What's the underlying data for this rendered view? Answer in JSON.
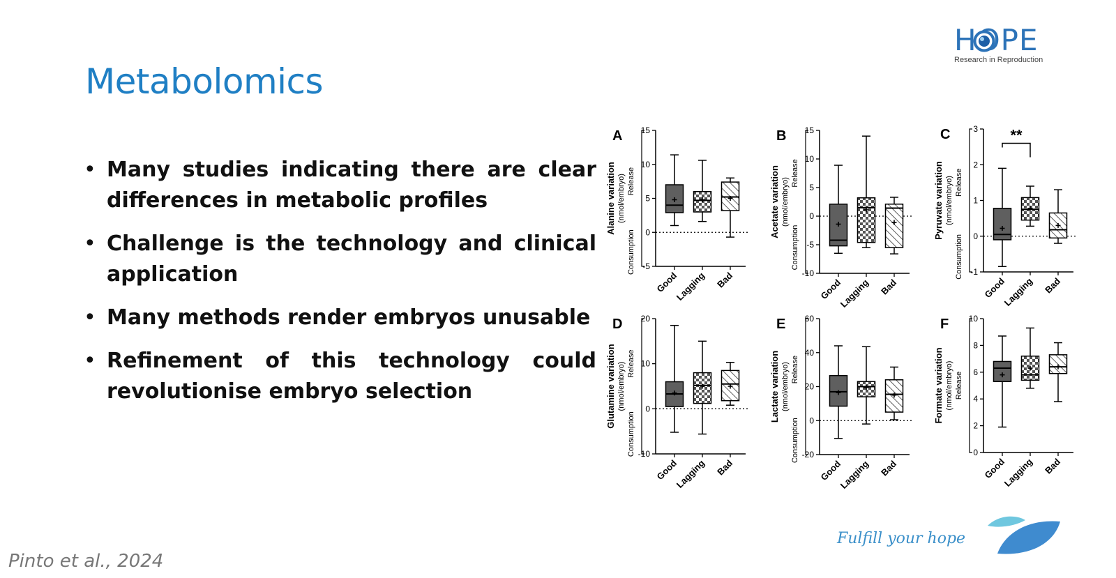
{
  "slide": {
    "title": "Metabolomics",
    "bullets": [
      "Many studies indicating there are clear differences in metabolic profiles",
      "Challenge is the technology and clinical application",
      "Many methods render embryos unusable",
      "Refinement of this technology could revolutionise embryo selection"
    ],
    "citation": "Pinto et al., 2024",
    "tagline": "Fulfill your hope"
  },
  "logo": {
    "text": "HOPE",
    "subtitle": "Research in Reproduction",
    "color": "#2c73b8"
  },
  "colors": {
    "title": "#1f7fc4",
    "good_fill": "#5f5f5f",
    "leaf_light": "#6fc7df",
    "leaf_dark": "#3f8bcf"
  },
  "chart_data": [
    {
      "type": "box",
      "panel": "A",
      "ylabel": "Alanine variation",
      "unit": "(nmol/embryo)",
      "release_label": "Release",
      "consumption_label": "Consumption",
      "categories": [
        "Good",
        "Lagging",
        "Bad"
      ],
      "ylim": [
        -5,
        15
      ],
      "yticks": [
        -5,
        0,
        5,
        10,
        15
      ],
      "boxes": [
        {
          "min": 1.0,
          "q1": 2.9,
          "median": 4.0,
          "q3": 7.0,
          "max": 11.4,
          "mean": 4.8
        },
        {
          "min": 1.6,
          "q1": 3.0,
          "median": 4.7,
          "q3": 6.0,
          "max": 10.6,
          "mean": 4.8
        },
        {
          "min": -0.7,
          "q1": 3.2,
          "median": 5.2,
          "q3": 7.4,
          "max": 8.0,
          "mean": 5.0
        }
      ]
    },
    {
      "type": "box",
      "panel": "B",
      "ylabel": "Acetate variation",
      "unit": "(nmol/embryo)",
      "release_label": "Release",
      "consumption_label": "Consumption",
      "categories": [
        "Good",
        "Lagging",
        "Bad"
      ],
      "ylim": [
        -10,
        15
      ],
      "yticks": [
        -10,
        -5,
        0,
        5,
        10,
        15
      ],
      "boxes": [
        {
          "min": -6.5,
          "q1": -5.2,
          "median": -4.2,
          "q3": 2.1,
          "max": 8.9,
          "mean": -1.4
        },
        {
          "min": -5.5,
          "q1": -4.6,
          "median": 1.5,
          "q3": 3.2,
          "max": 14.0,
          "mean": 1.1
        },
        {
          "min": -6.6,
          "q1": -5.5,
          "median": 1.4,
          "q3": 2.1,
          "max": 3.3,
          "mean": -1.1
        }
      ]
    },
    {
      "type": "box",
      "panel": "C",
      "ylabel": "Pyruvate variation",
      "unit": "(nmol/embryo)",
      "release_label": "Release",
      "consumption_label": "Consumption",
      "categories": [
        "Good",
        "Lagging",
        "Bad"
      ],
      "ylim": [
        -1,
        3
      ],
      "yticks": [
        -1,
        0,
        1,
        2,
        3
      ],
      "boxes": [
        {
          "min": -0.85,
          "q1": -0.1,
          "median": 0.05,
          "q3": 0.78,
          "max": 1.9,
          "mean": 0.22
        },
        {
          "min": 0.28,
          "q1": 0.45,
          "median": 0.75,
          "q3": 1.08,
          "max": 1.4,
          "mean": 0.78
        },
        {
          "min": -0.2,
          "q1": -0.05,
          "median": 0.18,
          "q3": 0.65,
          "max": 1.3,
          "mean": 0.3
        }
      ],
      "significance": {
        "label": "**",
        "from": 0,
        "to": 1,
        "y": 2.6
      }
    },
    {
      "type": "box",
      "panel": "D",
      "ylabel": "Glutamine variation",
      "unit": "(nmol/embryo)",
      "release_label": "Release",
      "consumption_label": "Consumption",
      "categories": [
        "Good",
        "Lagging",
        "Bad"
      ],
      "ylim": [
        -10,
        20
      ],
      "yticks": [
        -10,
        0,
        10,
        20
      ],
      "boxes": [
        {
          "min": -5.2,
          "q1": 0.5,
          "median": 3.3,
          "q3": 6.0,
          "max": 18.5,
          "mean": 3.5
        },
        {
          "min": -5.6,
          "q1": 1.2,
          "median": 5.2,
          "q3": 8.0,
          "max": 15.0,
          "mean": 5.0
        },
        {
          "min": 0.8,
          "q1": 1.8,
          "median": 5.5,
          "q3": 8.5,
          "max": 10.3,
          "mean": 5.0
        }
      ]
    },
    {
      "type": "box",
      "panel": "E",
      "ylabel": "Lactate variation",
      "unit": "(nmol/embryo)",
      "release_label": "Release",
      "consumption_label": "Consumption",
      "categories": [
        "Good",
        "Lagging",
        "Bad"
      ],
      "ylim": [
        -20,
        60
      ],
      "yticks": [
        -20,
        0,
        20,
        40,
        60
      ],
      "boxes": [
        {
          "min": -10.5,
          "q1": 8.5,
          "median": 17.0,
          "q3": 26.5,
          "max": 44.0,
          "mean": 16.5
        },
        {
          "min": -2.0,
          "q1": 14.0,
          "median": 20.0,
          "q3": 23.0,
          "max": 43.5,
          "mean": 19.5
        },
        {
          "min": 0.5,
          "q1": 5.0,
          "median": 15.5,
          "q3": 24.0,
          "max": 31.5,
          "mean": 15.0
        }
      ]
    },
    {
      "type": "box",
      "panel": "F",
      "ylabel": "Formate variation",
      "unit": "(nmol/embryo)",
      "release_label": "Release",
      "consumption_label": "",
      "categories": [
        "Good",
        "Lagging",
        "Bad"
      ],
      "ylim": [
        0,
        10
      ],
      "yticks": [
        0,
        2,
        4,
        6,
        8,
        10
      ],
      "boxes": [
        {
          "min": 1.9,
          "q1": 5.3,
          "median": 6.3,
          "q3": 6.8,
          "max": 8.7,
          "mean": 5.8
        },
        {
          "min": 4.8,
          "q1": 5.4,
          "median": 5.8,
          "q3": 7.2,
          "max": 9.3,
          "mean": 6.3
        },
        {
          "min": 3.8,
          "q1": 5.9,
          "median": 6.4,
          "q3": 7.3,
          "max": 8.2,
          "mean": 6.4
        }
      ]
    }
  ]
}
